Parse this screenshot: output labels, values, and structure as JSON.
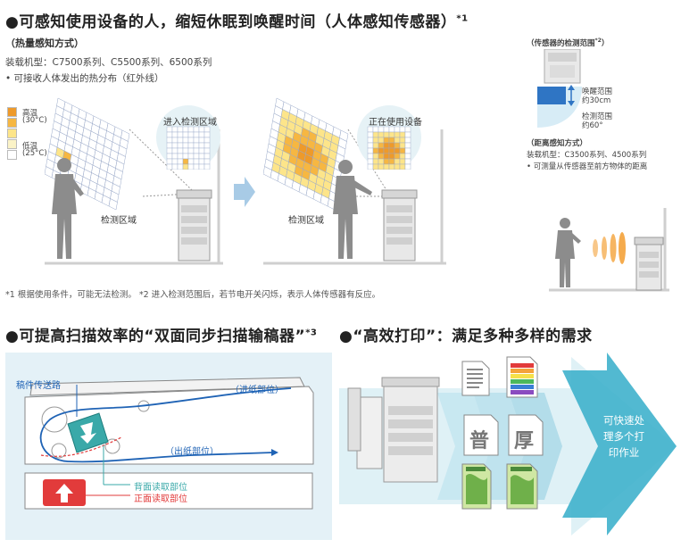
{
  "section1": {
    "title": "●可感知使用设备的人，缩短休眠到唤醒时间（人体感知传感器）",
    "title_sup": "*1",
    "heat_mode_title": "（热量感知方式）",
    "heat_models": "装载机型：C7500系列、C5500系列、6500系列",
    "heat_bullet": "• 可接收人体发出的热分布（红外线）",
    "legend_high": "高温",
    "legend_high_temp": "(30°C)",
    "legend_low": "低温",
    "legend_low_temp": "(25°C)",
    "enter_zone_label": "进入检测区域",
    "in_use_label": "正在使用设备",
    "detect_zone_left": "检测区域",
    "detect_zone_right": "检测区域",
    "footnote": "*1 根据使用条件，可能无法检测。 *2 进入检测范围后，若节电开关闪烁，表示人体传感器有反应。",
    "range_title": "（传感器的检测范围",
    "range_title_sup": "*2",
    "range_title_end": "）",
    "wake_range": "唤醒范围",
    "wake_range_value": "约30cm",
    "detect_range": "检测范围",
    "detect_range_value": "约60°",
    "distance_title": "（距离感知方式）",
    "distance_models": "装载机型：C3500系列、4500系列",
    "distance_bullet": "• 可测量从传感器至前方物体的距离",
    "colors": {
      "grid_line": "#9aa9c9",
      "heat_light": "#fde58a",
      "heat_mid": "#f6b742",
      "heat_dark": "#ee9a2a",
      "person_gray": "#8c8c8c"
    }
  },
  "section2": {
    "title": "●可提高扫描效率的“双面同步扫描输稿器”",
    "title_sup": "*3",
    "feed_path": "稿件传送路",
    "feed_part": "（进纸部位）",
    "output_part": "（出纸部位）",
    "back_read": "背面读取部位",
    "front_read": "正面读取部位"
  },
  "section3": {
    "title": "●“高效打印”：满足多种多样的需求",
    "plain_paper": "普",
    "thick_paper": "厚",
    "arrow_text_lines": [
      "可快速处",
      "理多个打",
      "印作业"
    ]
  }
}
